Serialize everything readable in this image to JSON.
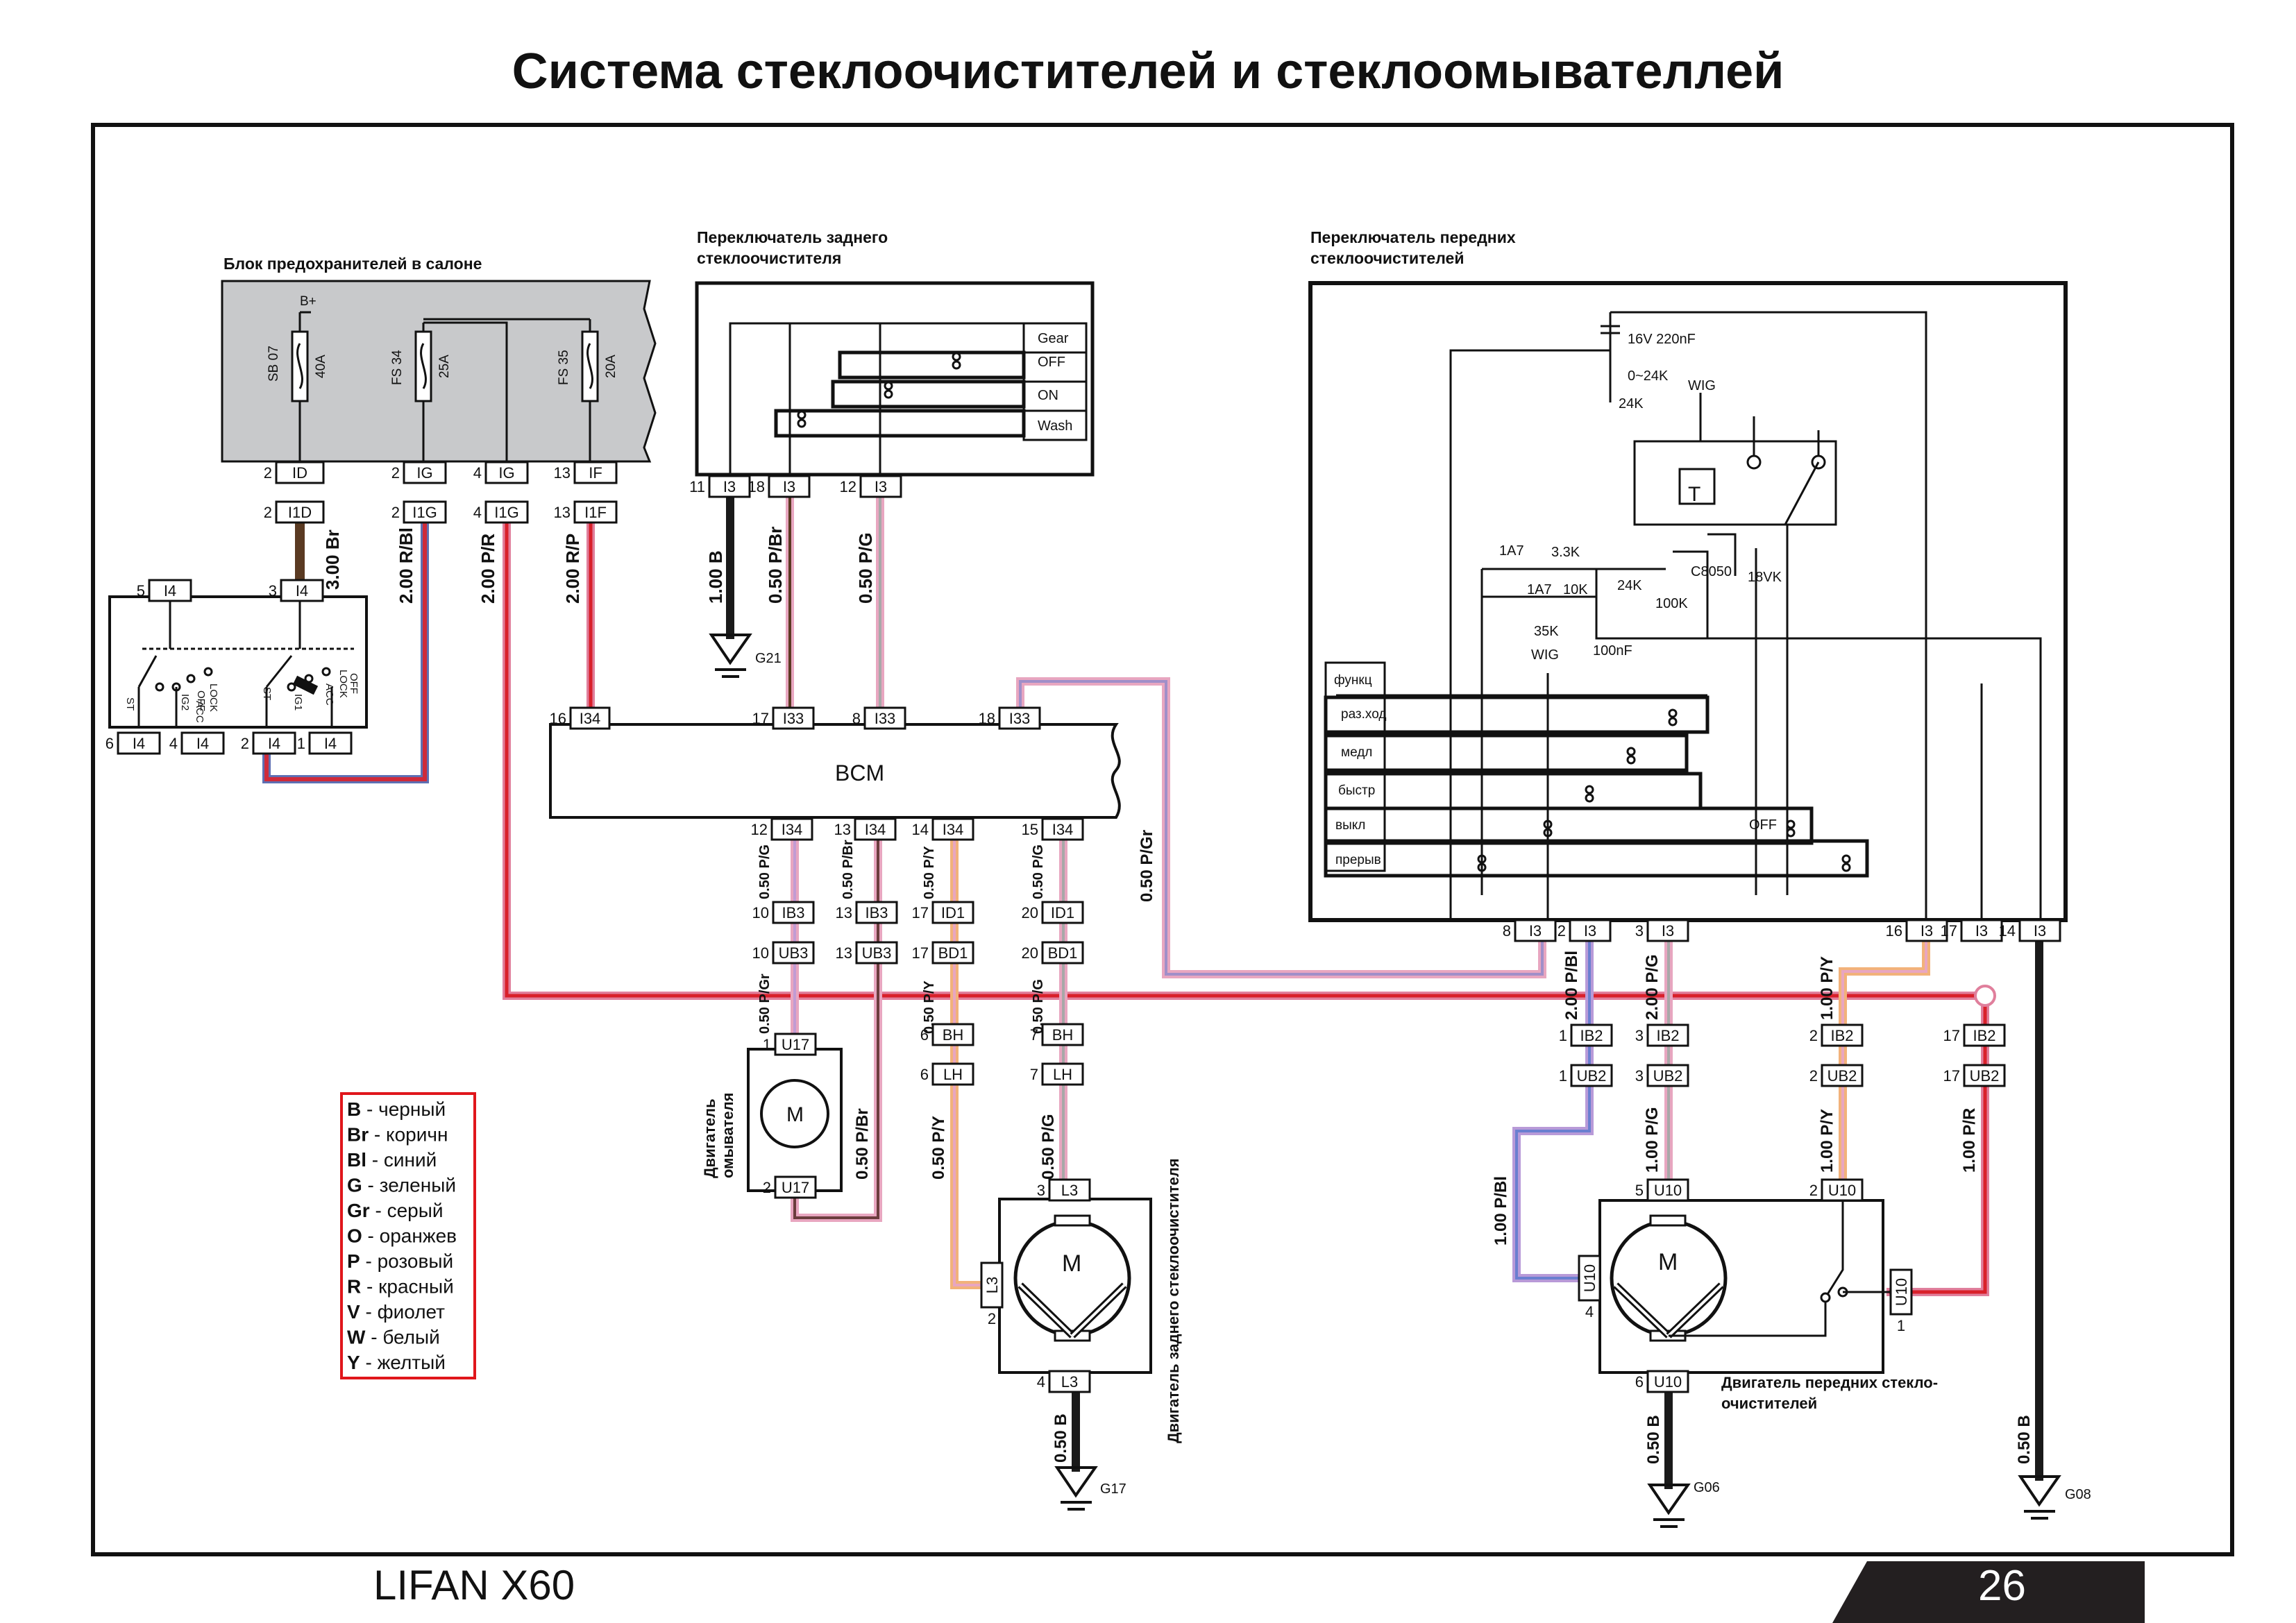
{
  "page": {
    "title": "Система стеклоочистителей и стеклоомывателлей",
    "brand": "LIFAN X60",
    "page_number": "26"
  },
  "colors": {
    "black": "#1a1a1a",
    "brown": "#5a3a22",
    "pink": "#e8a6c0",
    "red": "#d9202a",
    "violet": "#b89ad8",
    "blue": "#6a7fd0",
    "gray": "#a8a8a8",
    "orange": "#f2b27a",
    "fusebox": "#c8c9cb",
    "legend_border": "#e0161b"
  },
  "labels": {
    "fusebox": "Блок предохранителей в салоне",
    "rear_switch": [
      "Переключатель заднего",
      "стеклоочистителя"
    ],
    "front_switch": [
      "Переключатель передних",
      "стеклоочистителей"
    ],
    "washer_motor": [
      "Двигатель",
      "омывателя"
    ],
    "rear_motor": "Двигатель заднего стеклоочистителя",
    "front_motor": [
      "Двигатель передних стекло-",
      "очистителей"
    ],
    "bcm": "BCM",
    "b_plus": "B+"
  },
  "fuses": [
    {
      "name": "SB 07",
      "rating": "40A"
    },
    {
      "name": "FS 34",
      "rating": "25A"
    },
    {
      "name": "FS 35",
      "rating": "20A"
    }
  ],
  "rear_switch_positions": [
    "Gear",
    "OFF",
    "ON",
    "Wash"
  ],
  "front_switch_positions": [
    "функц",
    "раз.ход",
    "медл",
    "быстр",
    "выкл",
    "прерыв"
  ],
  "ignition_labels": [
    "OFF",
    "LOCK",
    "ACC",
    "IG2",
    "ST",
    "OFF",
    "LOCK",
    "ACC",
    "IG1",
    "ST"
  ],
  "circuit_text": {
    "c16v": "16V 220nF",
    "r024": "0~24K",
    "r24a": "24K",
    "wig1": "WIG",
    "relay_t": "T",
    "d1a7a": "1A7",
    "r33k": "3.3K",
    "c8050": "C8050",
    "z18": "18VK",
    "d1a7b": "1A7",
    "r10k": "10K",
    "r24b": "24K",
    "r100k": "100K",
    "r35k": "35K",
    "wig2": "WIG",
    "c100n": "100nF",
    "off_label": "OFF",
    "motor_m": "M"
  },
  "connectors": {
    "fb1": "ID",
    "fb2": "IG",
    "fb3": "IG",
    "fb4": "IF",
    "fb1b": "I1D",
    "fb2b": "I1G",
    "fb3b": "I1G",
    "fb4b": "I1F",
    "ig1": "I4",
    "ig2": "I4",
    "ig3": "I4",
    "ig4": "I4",
    "ig5": "I4",
    "ig6": "I4",
    "rs1": "I3",
    "rs2": "I3",
    "rs3": "I3",
    "bt1": "I34",
    "bt2": "I33",
    "bt3": "I33",
    "bt4": "I33",
    "bb1": "I34",
    "bb2": "I34",
    "bb3": "I34",
    "bb4": "I34",
    "x1": "IB3",
    "x2": "IB3",
    "x3": "ID1",
    "x4": "ID1",
    "y1": "UB3",
    "y2": "UB3",
    "y3": "BD1",
    "y4": "BD1",
    "wm1": "U17",
    "wm2": "U17",
    "bh1": "BH",
    "bh2": "BH",
    "lh1": "LH",
    "lh2": "LH",
    "l3a": "L3",
    "l3b": "L3",
    "l3c": "L3",
    "fs1": "I3",
    "fs2": "I3",
    "fs3": "I3",
    "fs4": "I3",
    "fs5": "I3",
    "fs6": "I3",
    "ib1": "IB2",
    "ib2": "IB2",
    "ib3": "IB2",
    "ib4": "IB2",
    "ub1": "UB2",
    "ub2": "UB2",
    "ub3": "UB2",
    "ub4": "UB2",
    "u10a": "U10",
    "u10b": "U10",
    "u10c": "U10",
    "u10d": "U10",
    "u10e": "U10"
  },
  "pins": {
    "fb1": "2",
    "fb2": "2",
    "fb3": "4",
    "fb4": "13",
    "fb1b": "2",
    "fb2b": "2",
    "fb3b": "4",
    "fb4b": "13",
    "ig1": "5",
    "ig2": "3",
    "ig3": "6",
    "ig4": "4",
    "ig5": "2",
    "ig6": "1",
    "rs1": "11",
    "rs2": "18",
    "rs3": "12",
    "bt1": "16",
    "bt2": "17",
    "bt3": "8",
    "bt4": "18",
    "bb1": "12",
    "bb2": "13",
    "bb3": "14",
    "bb4": "15",
    "x1": "10",
    "x2": "13",
    "x3": "17",
    "x4": "20",
    "y1": "10",
    "y2": "13",
    "y3": "17",
    "y4": "20",
    "wm1": "1",
    "wm2": "2",
    "bh1": "6",
    "bh2": "7",
    "lh1": "6",
    "lh2": "7",
    "l3a": "3",
    "l3b": "2",
    "l3c": "4",
    "fs1": "8",
    "fs2": "2",
    "fs3": "3",
    "fs4": "16",
    "fs5": "17",
    "fs6": "14",
    "ib1": "1",
    "ib2": "3",
    "ib3": "2",
    "ib4": "17",
    "ub1": "1",
    "ub2": "3",
    "ub3": "2",
    "ub4": "17",
    "u10a": "5",
    "u10b": "2",
    "u10c": "4",
    "u10d": "1",
    "u10e": "6"
  },
  "wires": {
    "w1": "3.00 Br",
    "w2": "2.00 R/Bl",
    "w3": "2.00 P/R",
    "w4": "2.00 R/P",
    "w5": "1.00 B",
    "w6": "0.50 P/Br",
    "w7": "0.50 P/G",
    "w8": "0.50 P/G",
    "w9": "0.50 P/Br",
    "w10": "0.50 P/Y",
    "w11": "0.50 P/G",
    "w12": "0.50 P/Gr",
    "w13": "0.50 P/Gr",
    "w14": "0.50 P/Br",
    "w15": "0.50 P/Y",
    "w16": "0.50 P/G",
    "w17": "0.50 P/Y",
    "w18": "0.50 P/G",
    "w19": "0.50 B",
    "w20": "2.00 P/Bl",
    "w21": "2.00 P/G",
    "w22": "1.00 P/Y",
    "w23": "1.00 P/Bl",
    "w24": "1.00 P/G",
    "w25": "1.00 P/Y",
    "w26": "1.00 P/R",
    "w27": "0.50 B",
    "w28": "0.50 B"
  },
  "grounds": {
    "g21": "G21",
    "g17": "G17",
    "g06": "G06",
    "g08": "G08"
  },
  "legend": [
    {
      "code": "B",
      "name": " - черный"
    },
    {
      "code": "Br",
      "name": " - коричн"
    },
    {
      "code": "Bl",
      "name": " - синий"
    },
    {
      "code": "G",
      "name": " - зеленый"
    },
    {
      "code": "Gr",
      "name": " - серый"
    },
    {
      "code": "O",
      "name": " - оранжев"
    },
    {
      "code": "P",
      "name": " - розовый"
    },
    {
      "code": "R",
      "name": " - красный"
    },
    {
      "code": "V",
      "name": " - фиолет"
    },
    {
      "code": "W",
      "name": " - белый"
    },
    {
      "code": "Y",
      "name": " - желтый"
    }
  ]
}
